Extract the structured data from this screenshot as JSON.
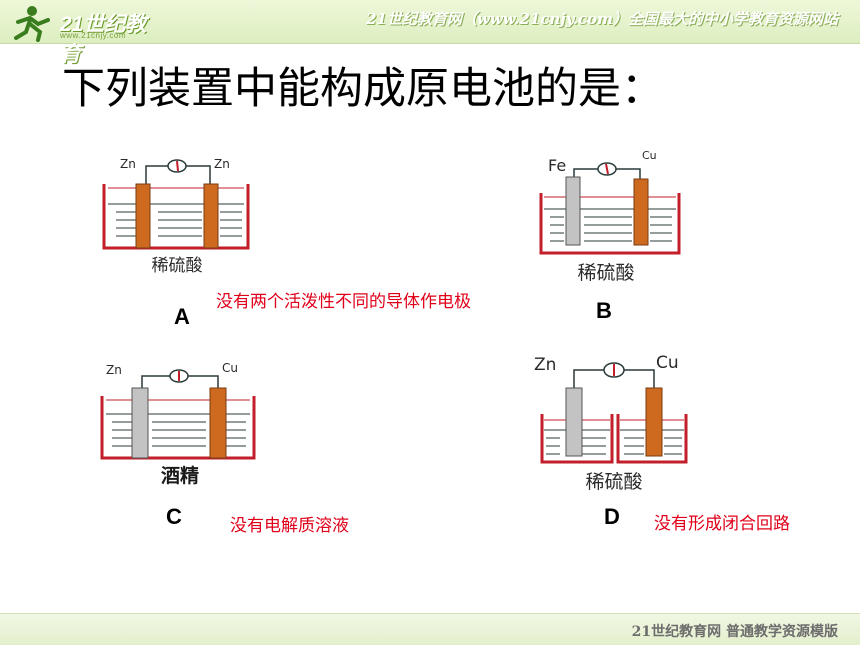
{
  "header": {
    "logo_text": "21世纪教育",
    "logo_url": "www.21cnjy.com",
    "slogan": "21世纪教育网（www.21cnjy.com）全国最大的中小学教育资源网站"
  },
  "title": "下列装置中能构成原电池的是：",
  "options": [
    {
      "letter": "A",
      "left_electrode": "Zn",
      "right_electrode": "Zn",
      "solution": "稀硫酸",
      "note": "没有两个活泼性不同的导体作电极"
    },
    {
      "letter": "B",
      "left_electrode": "Fe",
      "right_electrode": "Cu",
      "solution": "稀硫酸",
      "note": ""
    },
    {
      "letter": "C",
      "left_electrode": "Zn",
      "right_electrode": "Cu",
      "solution": "酒精",
      "note": "没有电解质溶液"
    },
    {
      "letter": "D",
      "left_electrode": "Zn",
      "right_electrode": "Cu",
      "solution": "稀硫酸",
      "note": "没有形成闭合回路"
    }
  ],
  "footer": {
    "text": "21世纪教育网    普通教学资源模版"
  },
  "colors": {
    "zinc": "#ce6a1f",
    "iron": "#c3c3c3",
    "copper": "#ce6a1f",
    "beaker": "#c21f2b",
    "note": "#e0001a"
  }
}
